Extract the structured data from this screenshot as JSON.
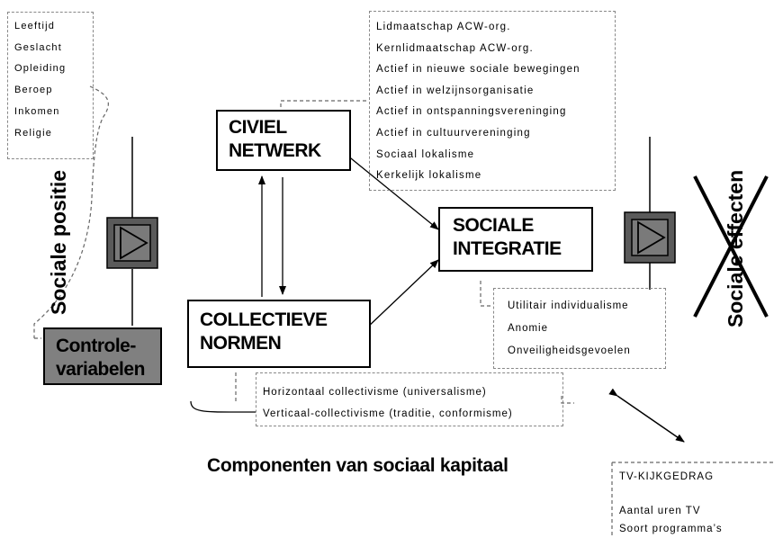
{
  "social_position": {
    "items": [
      "Leeftijd",
      "Geslacht",
      "Opleiding",
      "Beroep",
      "Inkomen",
      "Religie"
    ],
    "label": "Sociale positie"
  },
  "control": {
    "line1": "Controle-",
    "line2": "variabelen"
  },
  "civil_network": {
    "line1": "CIVIEL",
    "line2": "NETWERK",
    "items": [
      "Lidmaatschap ACW-org.",
      "Kernlidmaatschap ACW-org.",
      "Actief in nieuwe sociale bewegingen",
      "Actief in welzijnsorganisatie",
      "Actief in ontspanningsvereninging",
      "Actief in cultuurvereninging",
      "Sociaal lokalisme",
      "Kerkelijk lokalisme"
    ]
  },
  "collective_norms": {
    "line1": "COLLECTIEVE",
    "line2": "NORMEN",
    "items": [
      "Horizontaal collectivisme (universalisme)",
      "Verticaal-collectivisme (traditie, conformisme)"
    ]
  },
  "social_integration": {
    "line1": "SOCIALE",
    "line2": "INTEGRATIE",
    "items": [
      "Utilitair individualisme",
      "Anomie",
      "Onveiligheidsgevoelen"
    ]
  },
  "social_effects": {
    "label": "Sociale effecten"
  },
  "caption": "Componenten van sociaal kapitaal",
  "tv": {
    "title": "TV-KIJKGEDRAG",
    "items": [
      "Aantal uren TV",
      "Soort programma’s"
    ]
  }
}
